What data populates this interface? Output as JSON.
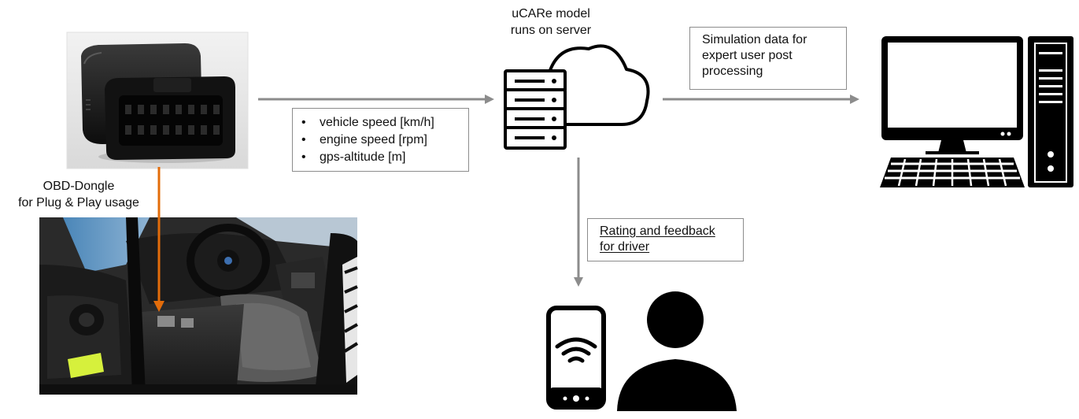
{
  "server": {
    "title_line1": "uCARe model",
    "title_line2": "runs on server"
  },
  "dongle": {
    "label_line1": "OBD-Dongle",
    "label_line2": "for Plug & Play usage"
  },
  "signals": {
    "bullet": "•",
    "items": [
      "vehicle speed [km/h]",
      "engine speed [rpm]",
      "gps-altitude [m]"
    ]
  },
  "simulation": {
    "line1": "Simulation data for",
    "line2": "expert user post",
    "line3": "processing"
  },
  "feedback": {
    "line1": "Rating and feedback",
    "line2": "for driver"
  },
  "colors": {
    "arrow": "#8c8c8c",
    "obd_arrow": "#e36c0a",
    "icon": "#000000"
  }
}
